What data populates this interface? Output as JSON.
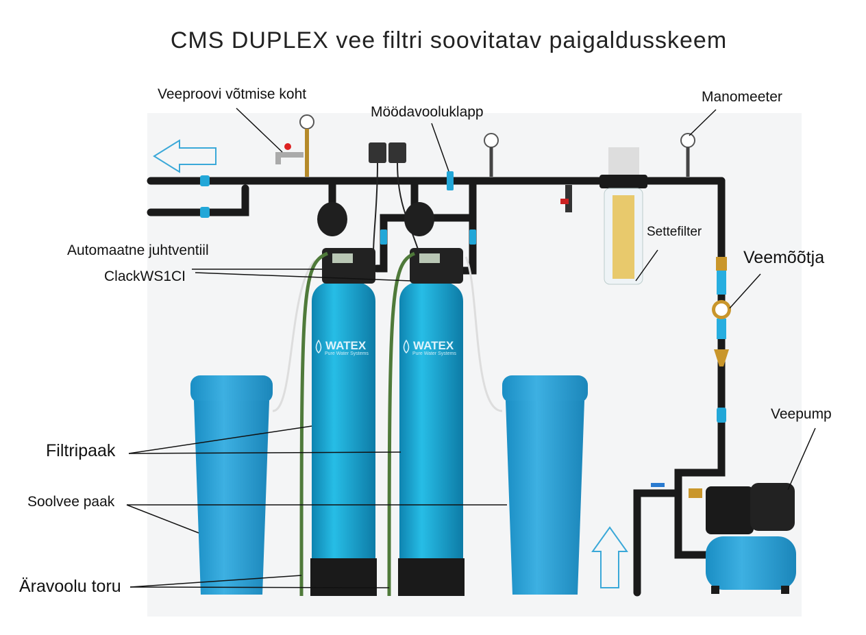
{
  "title": "CMS DUPLEX vee filtri soovitatav paigaldusskeem",
  "labels": {
    "sampling_point": "Veeproovi võtmise koht",
    "bypass_valve": "Möödavooluklapp",
    "pressure_gauge": "Manomeeter",
    "control_valve_line1": "Automaatne juhtventiil",
    "control_valve_line2": "ClackWS1CI",
    "sediment_filter": "Settefilter",
    "water_meter": "Veemõõtja",
    "pump": "Veepump",
    "filter_tank": "Filtripaak",
    "brine_tank": "Soolvee paak",
    "drain_pipe": "Äravoolu toru"
  },
  "tank_branding": {
    "brand": "WATEX",
    "tagline": "Pure Water Systems"
  },
  "colors": {
    "pipe": "#1a1a1a",
    "tank_blue": "#1aa3cf",
    "brine_blue": "#2aa0d4",
    "arrow_outline": "#3aa8d8",
    "drain_hose": "#4f7a3a"
  }
}
